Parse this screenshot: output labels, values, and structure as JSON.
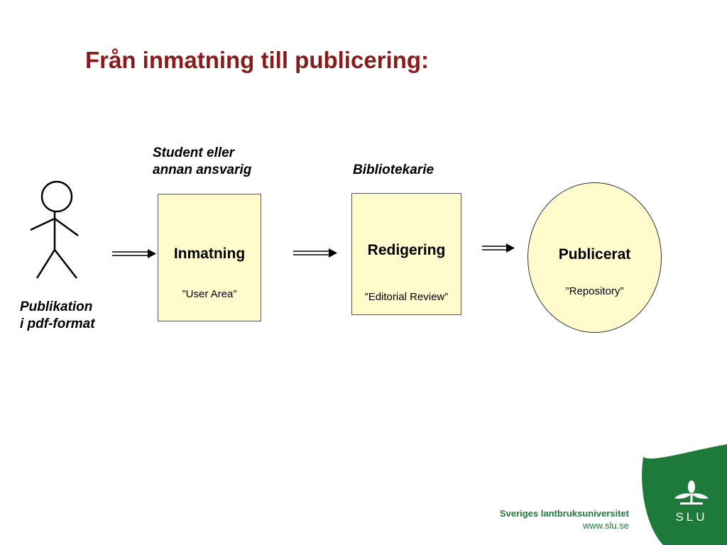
{
  "title": "Från inmatning till publicering:",
  "roles": {
    "student": [
      "Student eller",
      "annan ansvarig"
    ],
    "librarian": "Bibliotekarie"
  },
  "publication": [
    "Publikation",
    "i pdf-format"
  ],
  "stages": [
    {
      "name": "Inmatning",
      "sub": "”User Area”"
    },
    {
      "name": "Redigering",
      "sub": "”Editorial Review”"
    },
    {
      "name": "Publicerat",
      "sub": "”Repository”"
    }
  ],
  "footer": {
    "org": "Sveriges lantbruksuniversitet",
    "url": "www.slu.se",
    "logo_text": "SLU"
  },
  "colors": {
    "title": "#8B1A1A",
    "box_fill": "#FFFBCC",
    "brand_green": "#1E7A3A"
  }
}
